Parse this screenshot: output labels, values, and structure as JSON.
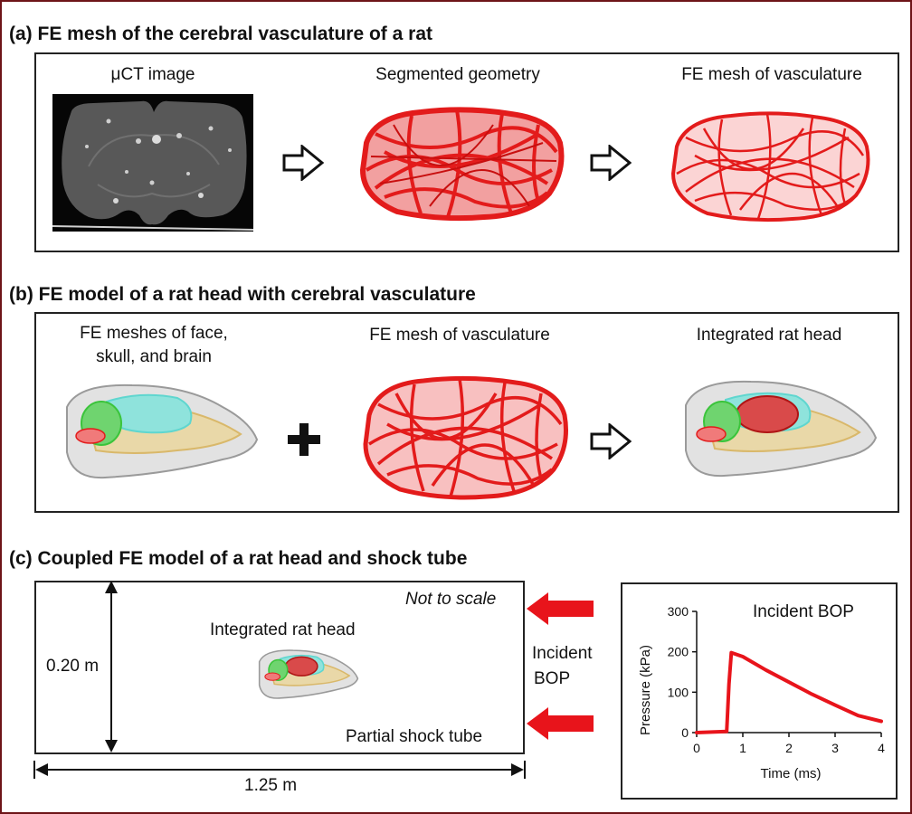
{
  "panel_a": {
    "title": "(a) FE mesh of the cerebral vasculature of a rat",
    "labels": [
      "μCT image",
      "Segmented geometry",
      "FE mesh of vasculature"
    ]
  },
  "panel_b": {
    "title": "(b) FE model of a rat head with cerebral vasculature",
    "label_meshes_line1": "FE meshes of face,",
    "label_meshes_line2": "skull, and brain",
    "label_vasculature": "FE mesh of vasculature",
    "label_integrated": "Integrated rat head"
  },
  "panel_c": {
    "title": "(c) Coupled FE model of a rat head and shock tube",
    "not_to_scale": "Not to scale",
    "integrated_label": "Integrated rat head",
    "partial_tube": "Partial shock tube",
    "height_dim": "0.20 m",
    "width_dim": "1.25 m",
    "incident_line1": "Incident",
    "incident_line2": "BOP"
  },
  "colors": {
    "vessel": "#e31b1b",
    "arrow_red": "#e8141b",
    "frame": "#6e1418",
    "cyan": "#5fd6cf",
    "tan": "#d9b86a",
    "green": "#3bc43b"
  },
  "chart_data": {
    "type": "line",
    "title": "Incident BOP",
    "xlabel": "Time (ms)",
    "ylabel": "Pressure (kPa)",
    "xlim": [
      0,
      4
    ],
    "ylim": [
      0,
      300
    ],
    "xticks": [
      0,
      1,
      2,
      3,
      4
    ],
    "yticks": [
      0,
      100,
      200,
      300
    ],
    "series": [
      {
        "x": [
          0,
          0.65,
          0.7,
          0.75,
          1.0,
          1.5,
          2.0,
          2.5,
          3.0,
          3.5,
          4.0
        ],
        "y": [
          0,
          3,
          120,
          198,
          188,
          155,
          125,
          95,
          68,
          42,
          28
        ]
      }
    ]
  }
}
